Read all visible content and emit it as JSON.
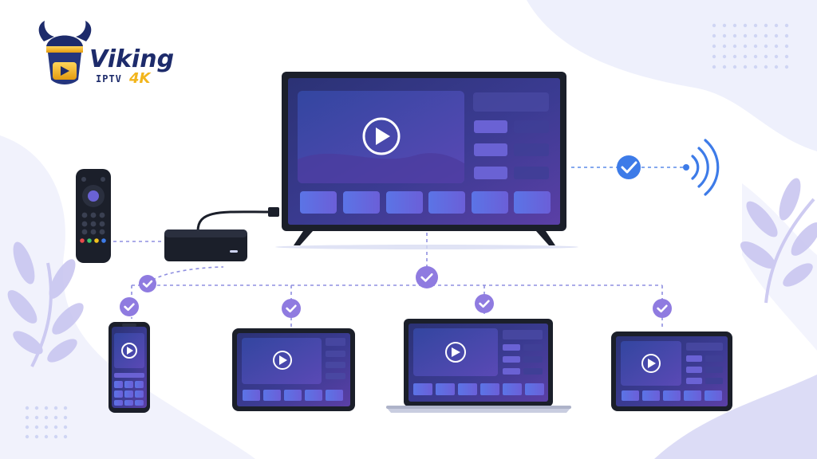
{
  "brand": {
    "name": "Viking",
    "sub": "IPTV",
    "badge": "4K",
    "logo_icon": "viking-helmet-icon"
  },
  "colors": {
    "navy": "#1d2b6b",
    "gold": "#f2b51c",
    "accent": "#3d7be8",
    "purple": "#8f7be0",
    "screen": "#38388f",
    "device": "#1b1f2a"
  },
  "icons": {
    "play": "play-icon",
    "check": "check-icon",
    "signal": "wifi-signal-icon",
    "leaf": "leaf-icon"
  }
}
